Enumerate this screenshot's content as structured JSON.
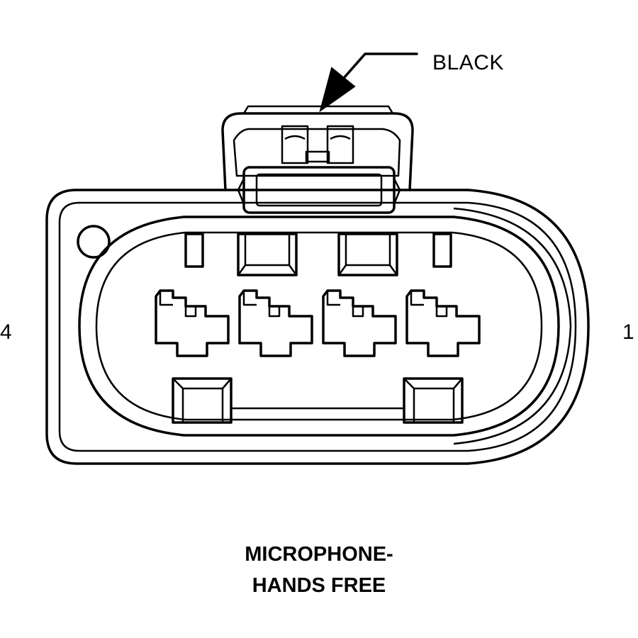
{
  "diagram": {
    "color_label": "BLACK",
    "pin_left": "4",
    "pin_right": "1",
    "title_line1": "MICROPHONE-",
    "title_line2": "HANDS FREE",
    "line_color": "#000000",
    "background": "#ffffff"
  }
}
